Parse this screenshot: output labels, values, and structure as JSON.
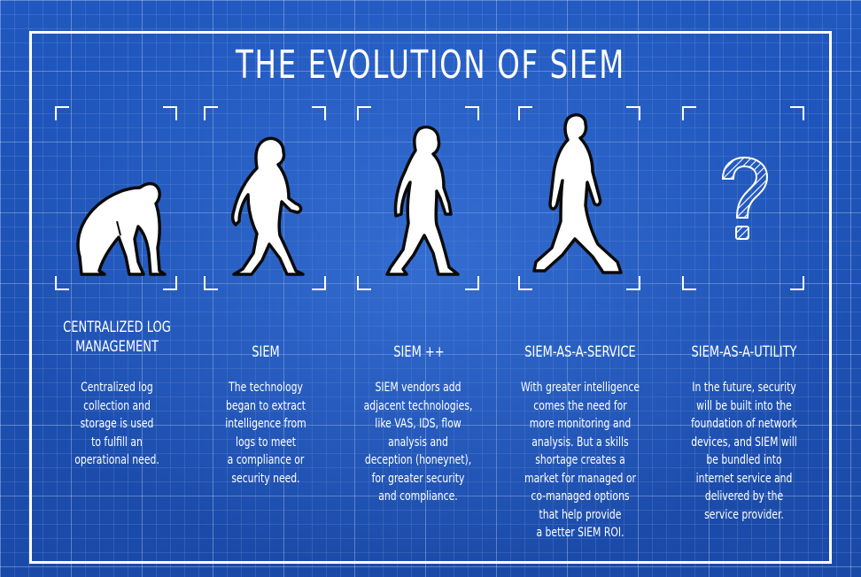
{
  "title": "THE EVOLUTION OF SIEM",
  "colors": {
    "background": "#1c4fb0",
    "grid": "#ffffff",
    "figure_fill": "#ffffff",
    "figure_outline": "#000000"
  },
  "stages": [
    {
      "figure": "ape-silhouette-icon",
      "title_lines": [
        "CENTRALIZED LOG",
        "MANAGEMENT"
      ],
      "desc_lines": [
        "Centralized log",
        "collection and",
        "storage is used",
        "to fulfill an",
        "operational need."
      ]
    },
    {
      "figure": "early-hominid-silhouette-icon",
      "title_lines": [
        "SIEM"
      ],
      "desc_lines": [
        "The technology",
        "began to extract",
        "intelligence from",
        "logs to meet",
        "a compliance or",
        "security need."
      ]
    },
    {
      "figure": "upright-hominid-silhouette-icon",
      "title_lines": [
        "SIEM ++"
      ],
      "desc_lines": [
        "SIEM vendors add",
        "adjacent technologies,",
        "like VAS, IDS, flow",
        "analysis and",
        "deception (honeynet),",
        "for greater security",
        "and compliance."
      ]
    },
    {
      "figure": "human-silhouette-icon",
      "title_lines": [
        "SIEM-AS-A-SERVICE"
      ],
      "desc_lines": [
        "With greater intelligence",
        "comes the need for",
        "more monitoring and",
        "analysis. But a skills",
        "shortage creates a",
        "market for managed or",
        "co-managed options",
        "that help provide",
        "a better SIEM ROI."
      ]
    },
    {
      "figure": "question-mark-icon",
      "title_lines": [
        "SIEM-AS-A-UTILITY"
      ],
      "desc_lines": [
        "In the future, security",
        "will be built into the",
        "foundation of network",
        "devices, and SIEM will",
        "be bundled into",
        "internet service and",
        "delivered by the",
        "service provider."
      ]
    }
  ]
}
